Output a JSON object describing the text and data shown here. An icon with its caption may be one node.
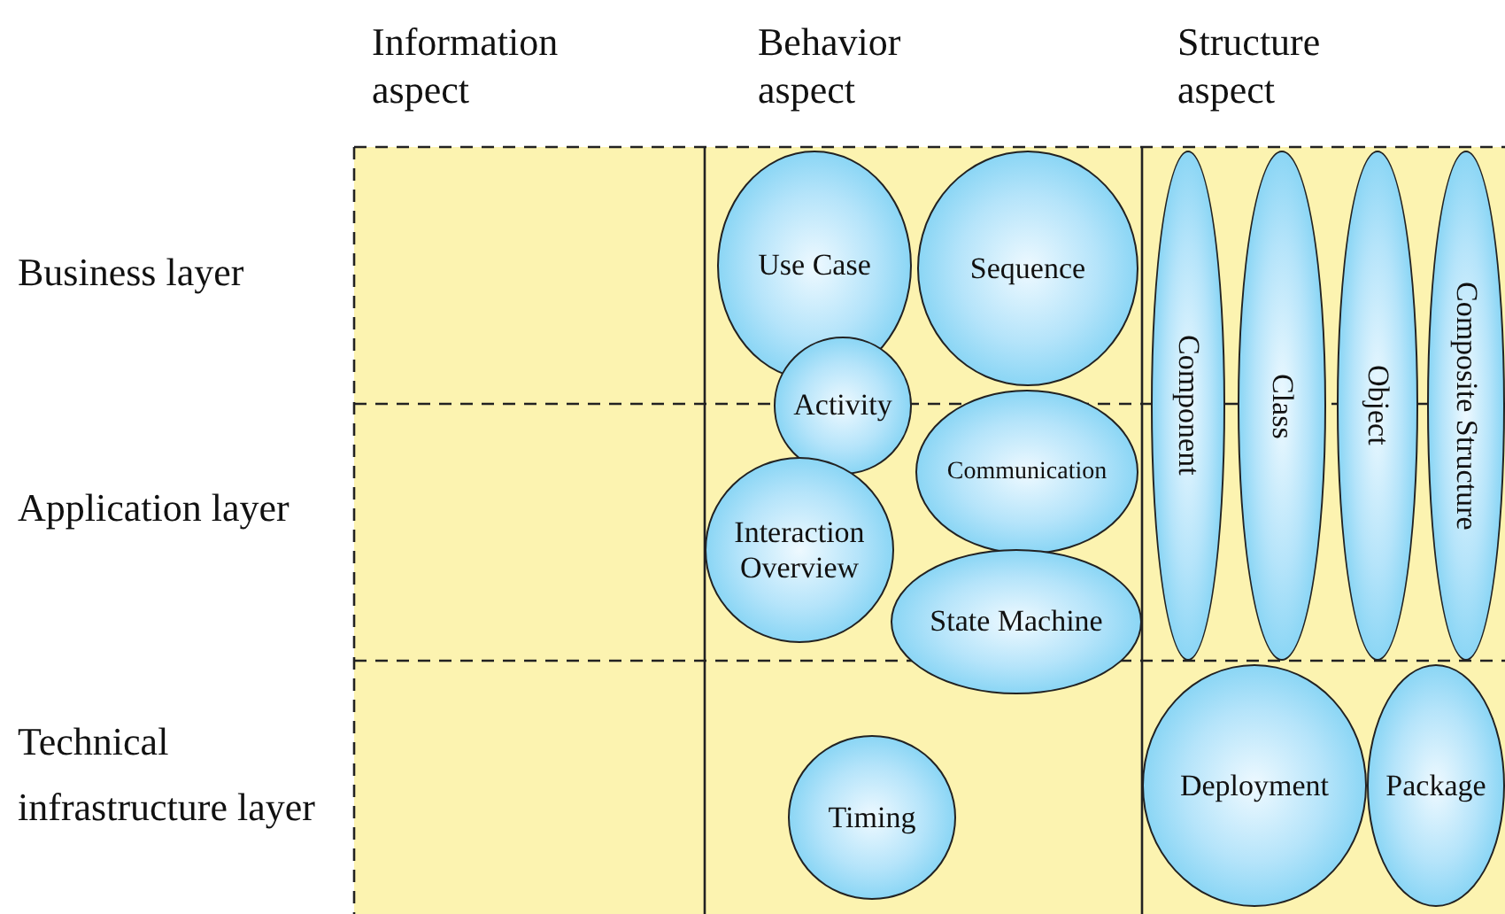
{
  "diagram": {
    "nodes": [
      {
        "text": [
          "Use Case"
        ]
      },
      {
        "text": [
          "Sequence"
        ]
      },
      {
        "text": [
          "Activity"
        ]
      },
      {
        "text": [
          "Communication"
        ]
      },
      {
        "text": [
          "Interaction Overview"
        ]
      },
      {
        "text": [
          "State Machine"
        ]
      },
      {
        "text": [
          "Component"
        ]
      },
      {
        "text": [
          "Class"
        ]
      },
      {
        "text": [
          "Object"
        ]
      },
      {
        "text": [
          "Composite Structure"
        ]
      },
      {
        "text": [
          "Timing"
        ]
      },
      {
        "text": [
          "Deployment"
        ]
      },
      {
        "text": [
          "Package"
        ]
      }
    ],
    "labels": [
      "Information aspect",
      "Behavior aspect",
      "Structure aspect",
      "Business layer",
      "Application layer",
      "Technical infrastructure layer"
    ]
  }
}
